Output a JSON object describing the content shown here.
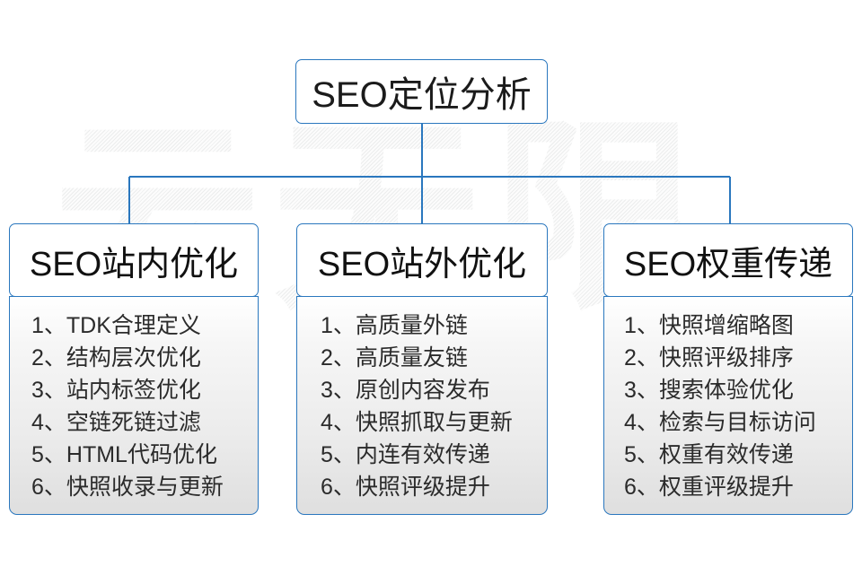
{
  "diagram": {
    "title": "SEO定位分析",
    "watermark": "云无限",
    "accent_color": "#2a77be",
    "text_color": "#1b1b1b",
    "body_background": "#ececec",
    "branches": [
      {
        "header": "SEO站内优化",
        "items": [
          "1、TDK合理定义",
          "2、结构层次优化",
          "3、站内标签优化",
          "4、空链死链过滤",
          "5、HTML代码优化",
          "6、快照收录与更新"
        ]
      },
      {
        "header": "SEO站外优化",
        "items": [
          "1、高质量外链",
          "2、高质量友链",
          "3、原创内容发布",
          "4、快照抓取与更新",
          "5、内连有效传递",
          "6、快照评级提升"
        ]
      },
      {
        "header": "SEO权重传递",
        "items": [
          "1、快照增缩略图",
          "2、快照评级排序",
          "3、搜索体验优化",
          "4、检索与目标访问",
          "5、权重有效传递",
          "6、权重评级提升"
        ]
      }
    ]
  }
}
